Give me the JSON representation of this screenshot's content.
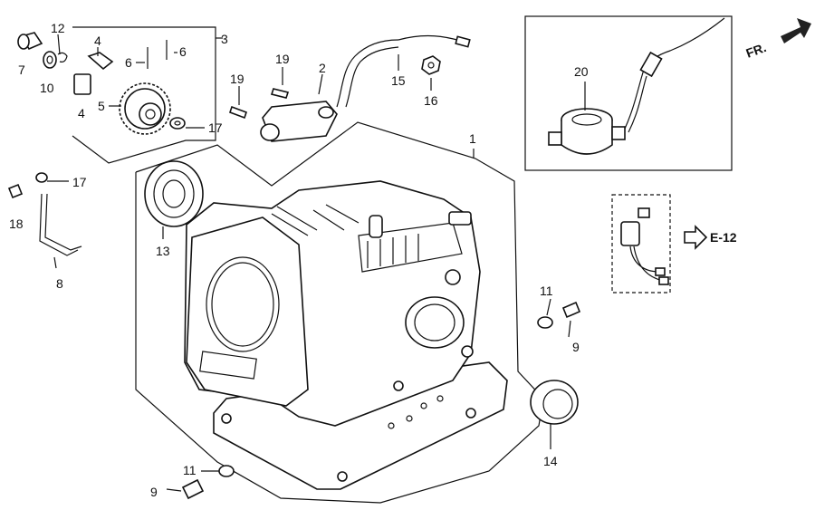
{
  "callouts": {
    "c1": "1",
    "c2": "2",
    "c3": "3",
    "c4a": "4",
    "c4b": "4",
    "c5": "5",
    "c6a": "6",
    "c6b": "6",
    "c7": "7",
    "c8": "8",
    "c9a": "9",
    "c9b": "9",
    "c10": "10",
    "c11a": "11",
    "c11b": "11",
    "c12": "12",
    "c13": "13",
    "c14": "14",
    "c15": "15",
    "c16": "16",
    "c17a": "17",
    "c17b": "17",
    "c18": "18",
    "c19a": "19",
    "c19b": "19",
    "c20": "20"
  },
  "front_label": "FR.",
  "ref_label": "E-12"
}
